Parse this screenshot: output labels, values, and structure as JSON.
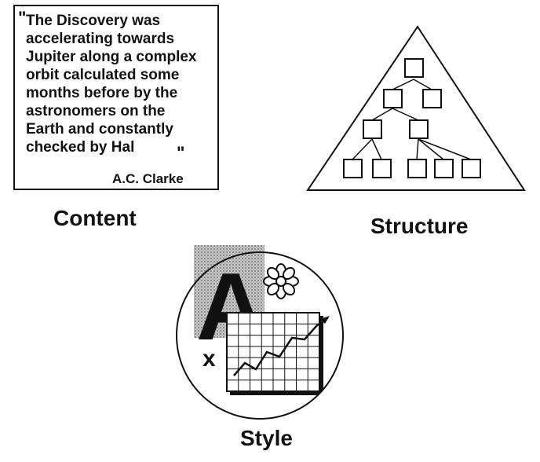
{
  "quote": {
    "open_mark": "\"",
    "lines": [
      "The  Discovery  was",
      "accelerating  towards",
      "Jupiter along a complex",
      "orbit calculated some",
      "months before by the",
      "astronomers  on  the",
      "Earth  and  constantly",
      "checked  by  Hal"
    ],
    "close_mark": "\"",
    "author": "A.C. Clarke"
  },
  "labels": {
    "content": "Content",
    "structure": "Structure",
    "style": "Style"
  },
  "style_icon": {
    "letter": "A",
    "small_letter": "x"
  },
  "colors": {
    "ink": "#111111",
    "texture": "#9a9a9a",
    "background": "#ffffff"
  }
}
